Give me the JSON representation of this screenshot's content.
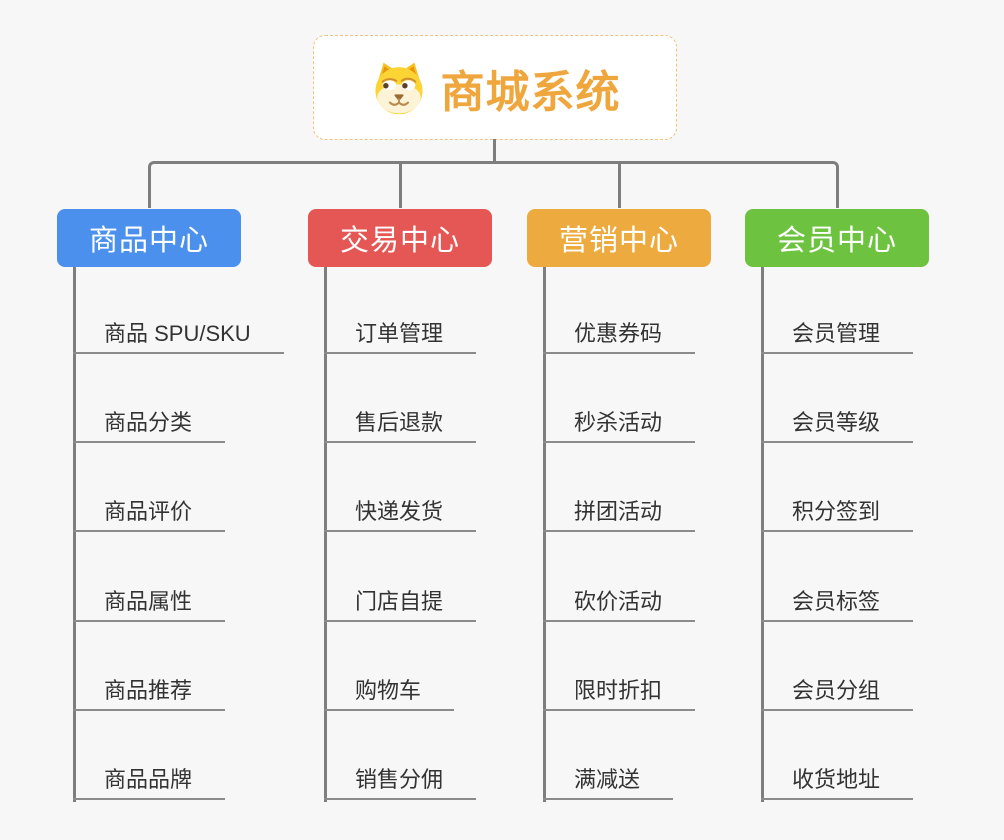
{
  "root": {
    "title": "商城系统",
    "icon": "dog-face-icon",
    "title_color": "#efa63c",
    "border_color": "#f0c27d"
  },
  "connector_color": "#7e7e7e",
  "background_color": "#f7f7f7",
  "item_text_color": "#333333",
  "branches": [
    {
      "label": "商品中心",
      "color": "#4a90ec",
      "items": [
        "商品 SPU/SKU",
        "商品分类",
        "商品评价",
        "商品属性",
        "商品推荐",
        "商品品牌"
      ]
    },
    {
      "label": "交易中心",
      "color": "#e45754",
      "items": [
        "订单管理",
        "售后退款",
        "快递发货",
        "门店自提",
        "购物车",
        "销售分佣"
      ]
    },
    {
      "label": "营销中心",
      "color": "#edab3f",
      "items": [
        "优惠券码",
        "秒杀活动",
        "拼团活动",
        "砍价活动",
        "限时折扣",
        "满减送"
      ]
    },
    {
      "label": "会员中心",
      "color": "#6dc23f",
      "items": [
        "会员管理",
        "会员等级",
        "积分签到",
        "会员标签",
        "会员分组",
        "收货地址"
      ]
    }
  ]
}
